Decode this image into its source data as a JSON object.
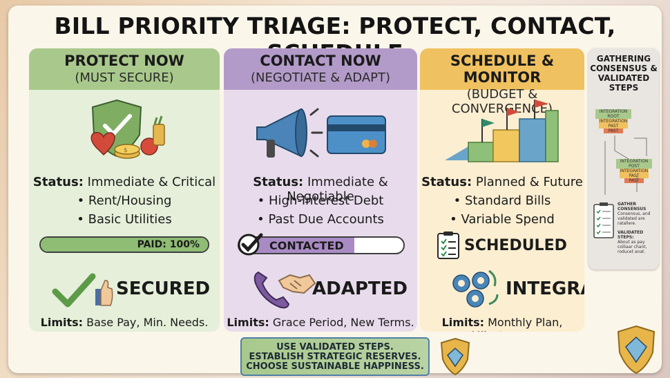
{
  "title": "BILL PRIORITY TRIAGE: PROTECT, CONTACT, SCHEDULE",
  "panels": [
    {
      "heading": "PROTECT NOW",
      "subheading": "(MUST SECURE)",
      "status_label": "Status:",
      "status_value": "Immediate & Critical",
      "bullets": [
        "• Rent/Housing",
        "• Basic Utilities"
      ],
      "progress_label": "PAID: 100%",
      "progress": 1.0,
      "result": "SECURED",
      "limits_label": "Limits:",
      "limits_value": "Base Pay, Min. Needs."
    },
    {
      "heading": "CONTACT NOW",
      "subheading": "(NEGOTIATE & ADAPT)",
      "status_label": "Status:",
      "status_value": "Immediate & Negotiable",
      "bullets": [
        "• High-Interest Debt",
        "• Past Due Accounts"
      ],
      "progress_label": "CONTACTED",
      "progress": 0.7,
      "result": "ADAPTED",
      "limits_label": "Limits:",
      "limits_value": "Grace Period, New Terms."
    },
    {
      "heading": "SCHEDULE & MONITOR",
      "subheading": "(BUDGET & CONVERGENCE)",
      "status_label": "Status:",
      "status_value": "Planned & Future",
      "bullets": [
        "• Standard Bills",
        "• Variable Spend"
      ],
      "progress_label": "SCHEDULED",
      "result": "INTEGRATED",
      "limits_label": "Limits:",
      "limits_value": "Monthly Plan, Milestones."
    }
  ],
  "sidebar": {
    "title": "GATHERING CONSENSUS & VALIDATED STEPS",
    "funnel1_labels": [
      "INTEGRATION ROOT",
      "INTEGRATION PAST",
      "PAST"
    ],
    "funnel2_labels": [
      "INTEGRATION POST",
      "INTEGRATION PAST",
      "PAST"
    ],
    "gather_title": "GATHER CONSENSUS",
    "gather_text": "Consensus, and validated are ratallere.",
    "validated_title": "VALIDATED STEPS:",
    "validated_text": "About as pay colliaar chant, roducet anat."
  },
  "bottom_banner": {
    "line1": "USE VALIDATED STEPS.",
    "line2": "ESTABLISH STRATEGIC RESERVES.",
    "line3": "CHOOSE SUSTAINABLE HAPPINESS."
  },
  "colors": {
    "protect": "#a9c98c",
    "contact": "#b39bc9",
    "schedule": "#f0c160",
    "check_green": "#5c9a48"
  }
}
